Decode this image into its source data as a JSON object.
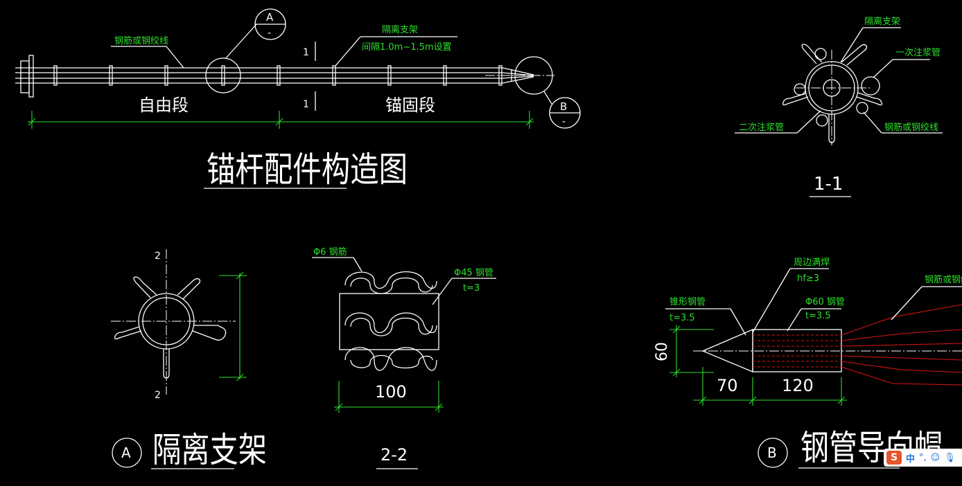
{
  "drawing": {
    "main": {
      "title": "锚杆配件构造图",
      "free_segment": "自由段",
      "anchor_segment": "锚固段",
      "rebar_label": "钢筋或钢绞线",
      "spacer_label": "隔离支架",
      "spacer_spacing": "间隔1.0m~1.5m设置",
      "section_mark": "1",
      "callout_a_letter": "A",
      "callout_a_sub": "-",
      "callout_b_letter": "B",
      "callout_b_sub": "-"
    },
    "section_1_1": {
      "title": "1-1",
      "spacer_label": "隔离支架",
      "grout1_label": "一次注浆管",
      "grout2_label": "二次注浆管",
      "rebar_label": "钢筋或钢绞线"
    },
    "detail_a": {
      "circle_letter": "A",
      "title": "隔离支架",
      "section_mark": "2"
    },
    "section_2_2": {
      "title": "2-2",
      "rebar_label": "Φ6 钢筋",
      "pipe_label": "Φ45 钢管",
      "thickness": "t=3",
      "dim_width": "100"
    },
    "detail_b": {
      "circle_letter": "B",
      "title": "钢管导向帽",
      "weld_label": "周边满焊",
      "weld_size": "hf≥3",
      "cone_label": "锥形钢管",
      "cone_t": "t=3.5",
      "pipe_label": "Φ60 钢管",
      "pipe_t": "t=3.5",
      "rebar_label": "钢筋或钢绞线",
      "dim_70": "70",
      "dim_120": "120",
      "dim_60": "60"
    }
  },
  "ime": {
    "logo": "S",
    "mode": "中",
    "punct": "°,",
    "emoji_icon": "smile-icon",
    "mic_icon": "mic-icon"
  },
  "colors": {
    "background": "#000000",
    "line": "#ffffff",
    "dimension": "#2be02b",
    "rebar_red": "#e01515"
  }
}
